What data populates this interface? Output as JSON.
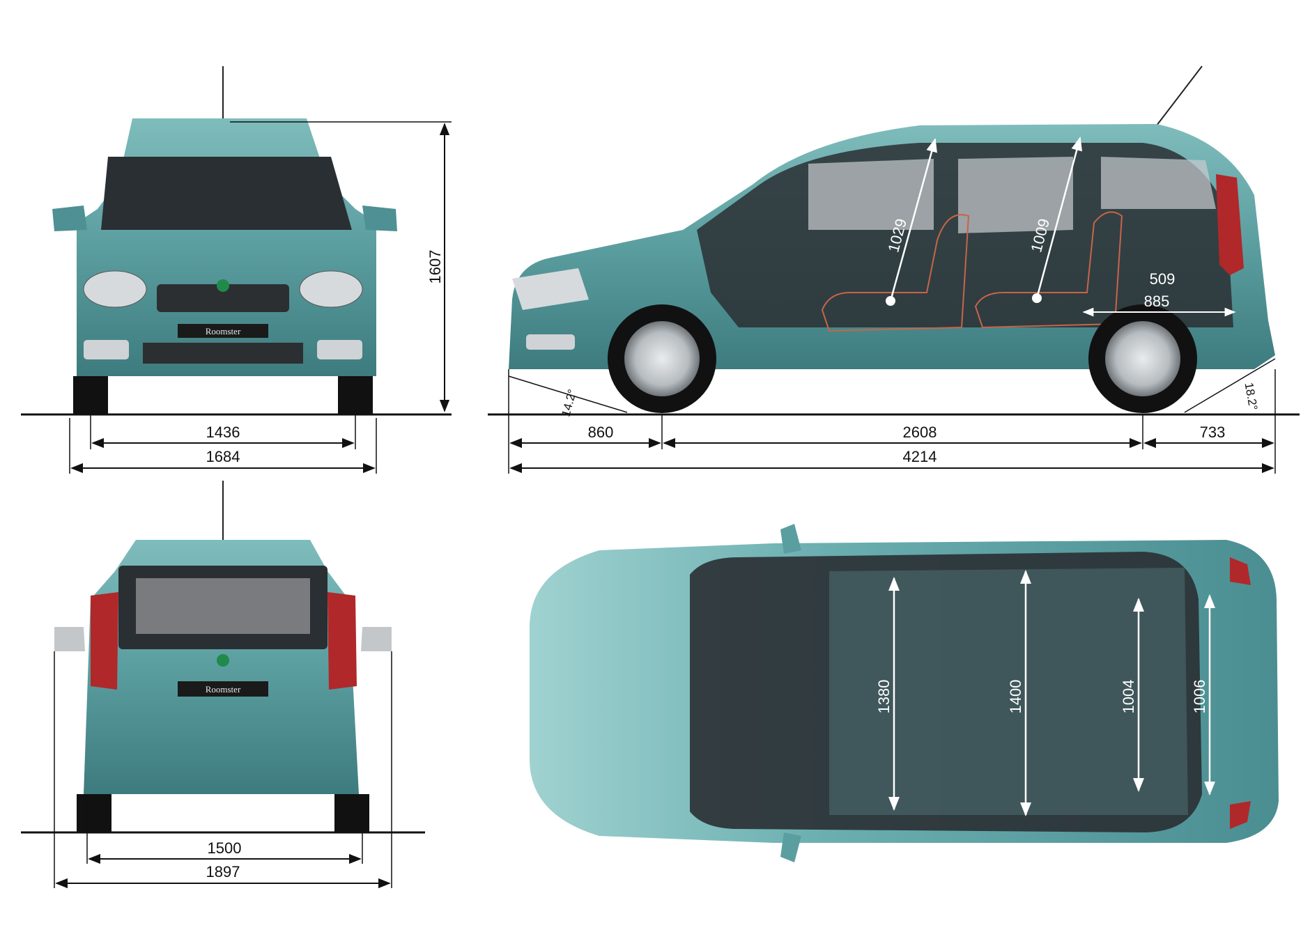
{
  "colors": {
    "body": "#5b9ea0",
    "body_light": "#8cc4c4",
    "body_dark": "#2f6a6e",
    "glass": "#2a2f33",
    "interior": "#3a3d40",
    "dimension_line": "#111111",
    "interior_outline": "#c8644a"
  },
  "labels": {
    "front_plate": "Roomster",
    "rear_plate": "Roomster"
  },
  "dimensions": {
    "front": {
      "height": "1607",
      "front_track": "1436",
      "width_body": "1684"
    },
    "rear": {
      "rear_track": "1500",
      "width_mirrors": "1897"
    },
    "side": {
      "front_headroom": "1029",
      "rear_headroom": "1009",
      "boot_height": "509",
      "boot_length": "885",
      "approach_angle": "14.2°",
      "departure_angle": "18.2°",
      "front_overhang": "860",
      "wheelbase": "2608",
      "rear_overhang": "733",
      "length": "4214"
    },
    "top": {
      "front_width": "1380",
      "rear_width": "1400",
      "boot_width_a": "1004",
      "boot_width_b": "1006"
    }
  }
}
